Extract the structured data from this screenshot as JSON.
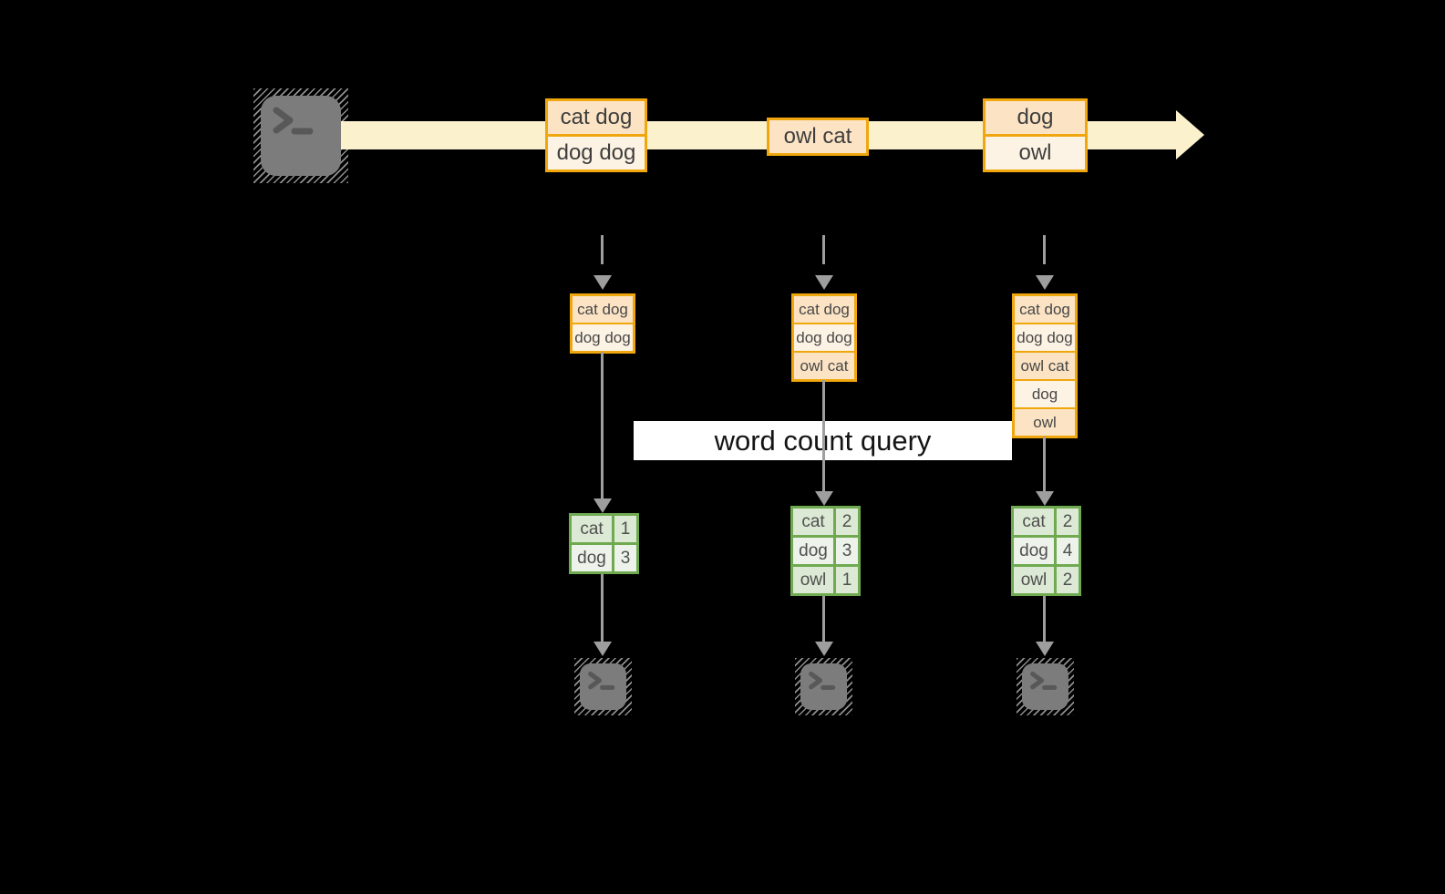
{
  "title": "streaming word count diagram",
  "query_label": "word count query",
  "colors": {
    "background": "#000000",
    "stream_band": "#fbf2cd",
    "box_border_gold": "#f0a70e",
    "box_fill_peach": "#fbe3c4",
    "box_fill_cream": "#fdf3e4",
    "table_border_green": "#6faa50",
    "table_fill_sage": "#dce9d4",
    "table_fill_light": "#edf3ea",
    "arrow_gray": "#9e9e9e",
    "terminal_gray": "#7c7c7c",
    "banner_bg": "#ffffff"
  },
  "icons": {
    "source": "terminal-icon",
    "sink": "terminal-icon",
    "stream_arrowhead": "right-arrowhead-icon"
  },
  "stream": {
    "records": [
      {
        "lines": [
          "cat dog",
          "dog dog"
        ]
      },
      {
        "lines": [
          "owl cat"
        ]
      },
      {
        "lines": [
          "dog",
          "owl"
        ]
      }
    ]
  },
  "columns": [
    {
      "state_rows": [
        "cat dog",
        "dog dog"
      ],
      "table": {
        "rows": [
          [
            "cat",
            "1"
          ],
          [
            "dog",
            "3"
          ]
        ]
      }
    },
    {
      "state_rows": [
        "cat dog",
        "dog dog",
        "owl cat"
      ],
      "table": {
        "rows": [
          [
            "cat",
            "2"
          ],
          [
            "dog",
            "3"
          ],
          [
            "owl",
            "1"
          ]
        ]
      }
    },
    {
      "state_rows": [
        "cat dog",
        "dog dog",
        "owl cat",
        "dog",
        "owl"
      ],
      "table": {
        "rows": [
          [
            "cat",
            "2"
          ],
          [
            "dog",
            "4"
          ],
          [
            "owl",
            "2"
          ]
        ]
      }
    }
  ]
}
